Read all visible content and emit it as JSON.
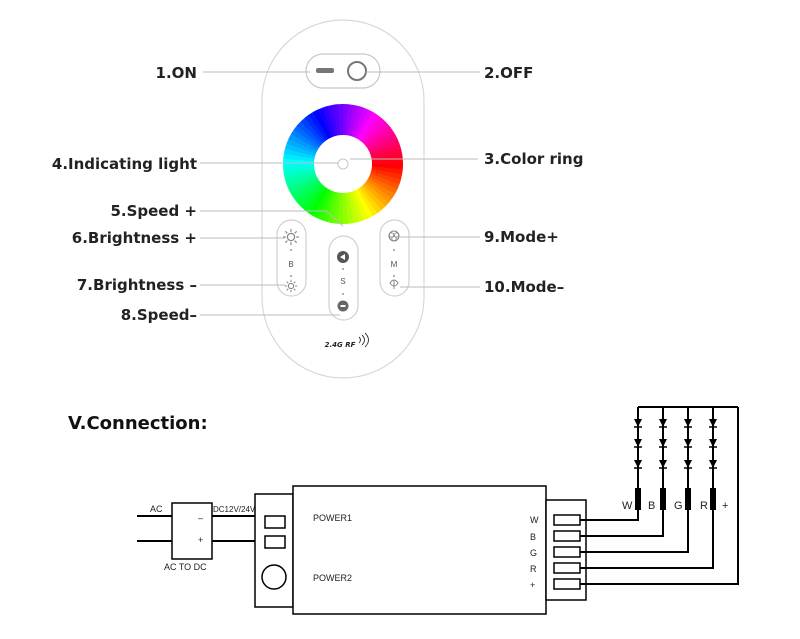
{
  "remote": {
    "labels": {
      "on": "1.ON",
      "off": "2.OFF",
      "color_ring": "3.Color ring",
      "indicating_light": "4.Indicating light",
      "speed_plus": "5.Speed +",
      "brightness_plus": "6.Brightness +",
      "brightness_minus": "7.Brightness –",
      "speed_minus": "8.Speed–",
      "mode_plus": "9.Mode+",
      "mode_minus": "10.Mode–"
    },
    "button_letters": {
      "brightness": "B",
      "speed": "S",
      "mode": "M"
    },
    "rf_text": "2.4G RF"
  },
  "connection": {
    "section_title": "V.Connection:",
    "ac_label": "AC",
    "adapter_minus": "–",
    "adapter_plus": "+",
    "dc_label": "DC12V/24V",
    "adapter_label": "AC TO DC",
    "power1": "POWER1",
    "power2": "POWER2",
    "output_terminals": [
      "W",
      "B",
      "G",
      "R",
      "+"
    ],
    "strip_terminals": [
      "W",
      "B",
      "G",
      "R",
      "+"
    ]
  },
  "colors": {
    "wire": "#000000",
    "leader_line": "#bbbbbb",
    "remote_outline": "#d8d8d8"
  }
}
